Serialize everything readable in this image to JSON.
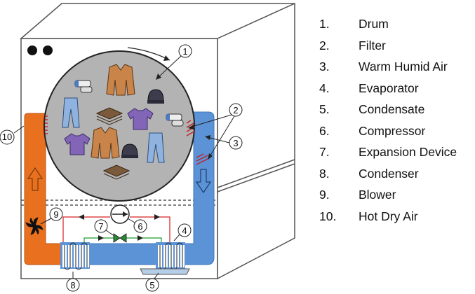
{
  "legend": [
    {
      "num": "1.",
      "label": "Drum"
    },
    {
      "num": "2.",
      "label": "Filter"
    },
    {
      "num": "3.",
      "label": "Warm Humid Air"
    },
    {
      "num": "4.",
      "label": "Evaporator"
    },
    {
      "num": "5.",
      "label": "Condensate"
    },
    {
      "num": "6.",
      "label": "Compressor"
    },
    {
      "num": "7.",
      "label": "Expansion Device"
    },
    {
      "num": "8.",
      "label": "Condenser"
    },
    {
      "num": "9.",
      "label": "Blower"
    },
    {
      "num": "10.",
      "label": "Hot Dry Air"
    }
  ],
  "callouts": [
    "1",
    "2",
    "3",
    "4",
    "5",
    "6",
    "7",
    "8",
    "9",
    "10"
  ],
  "colors": {
    "hot_duct": "#e8701e",
    "cold_duct": "#5b93d6",
    "drum": "#b3b3b3",
    "refrigerant_hot": "#d62020",
    "refrigerant_cold": "#1a9a2a",
    "filter": "#c0242c",
    "condensate": "#b6cde8"
  },
  "icons": [
    "shirt-icon",
    "pants-icon",
    "coat-icon",
    "sock-icon",
    "beanie-icon",
    "folded-cloth-icon",
    "fan-icon",
    "compressor-icon",
    "expansion-valve-icon",
    "coil-icon"
  ]
}
